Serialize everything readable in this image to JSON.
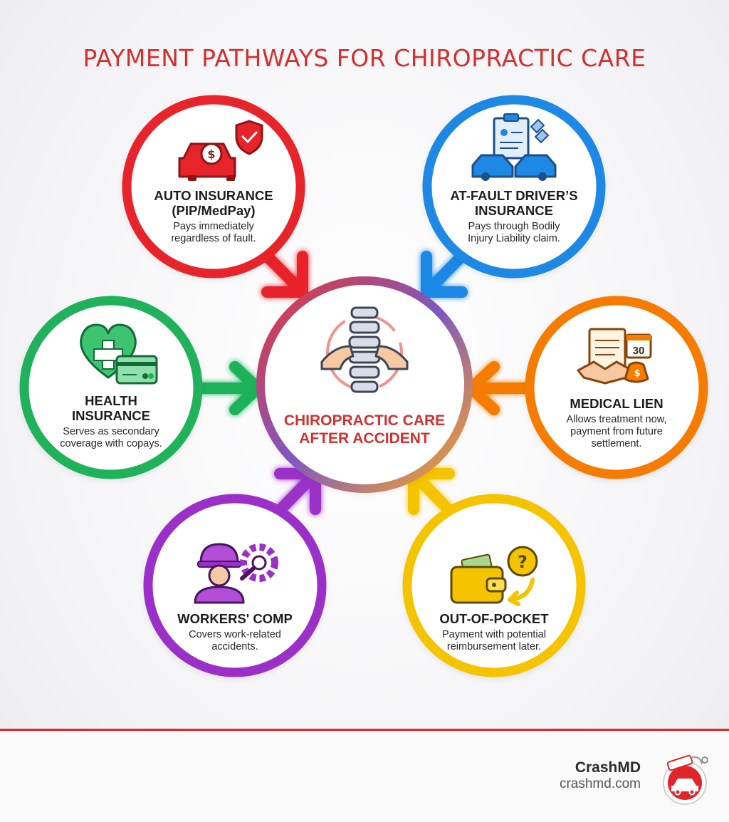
{
  "title": {
    "text": "PAYMENT PATHWAYS FOR CHIROPRACTIC CARE",
    "color": "#d32f2f"
  },
  "center": {
    "line1": "CHIROPRACTIC CARE",
    "line2": "AFTER ACCIDENT",
    "icon": "spine-hands-icon"
  },
  "nodes": [
    {
      "key": "auto",
      "title_line1": "AUTO INSURANCE",
      "title_line2": "(PIP/MedPay)",
      "desc_line1": "Pays immediately",
      "desc_line2": "regardless of fault.",
      "color": "#e8242b",
      "icon": "car-shield-icon"
    },
    {
      "key": "atfault",
      "title_line1": "AT-FAULT DRIVER’S",
      "title_line2": "INSURANCE",
      "desc_line1": "Pays through Bodily",
      "desc_line2": "Injury Liability claim.",
      "color": "#1e88e5",
      "icon": "collision-claim-icon"
    },
    {
      "key": "health",
      "title_line1": "HEALTH",
      "title_line2": "INSURANCE",
      "desc_line1": "Serves as secondary",
      "desc_line2": "coverage with copays.",
      "color": "#1fb25a",
      "icon": "heart-card-icon"
    },
    {
      "key": "lien",
      "title_line1": "MEDICAL LIEN",
      "title_line2": "",
      "desc_line1": "Allows treatment now,",
      "desc_line2": "payment from future",
      "desc_line3": "settlement.",
      "color": "#f57c00",
      "icon": "handshake-document-icon",
      "calendar_number": "30"
    },
    {
      "key": "workers",
      "title_line1": "WORKERS' COMP",
      "title_line2": "",
      "desc_line1": "Covers work-related",
      "desc_line2": "accidents.",
      "color": "#9b30c8",
      "icon": "worker-gear-icon"
    },
    {
      "key": "oop",
      "title_line1": "OUT-OF-POCKET",
      "title_line2": "",
      "desc_line1": "Payment with potential",
      "desc_line2": "reimbursement later.",
      "color": "#f5c400",
      "icon": "wallet-question-icon"
    }
  ],
  "footer": {
    "brand": "CrashMD",
    "url": "crashmd.com",
    "logo_icon": "crashmd-logo-icon",
    "accent": "#e1262b"
  }
}
